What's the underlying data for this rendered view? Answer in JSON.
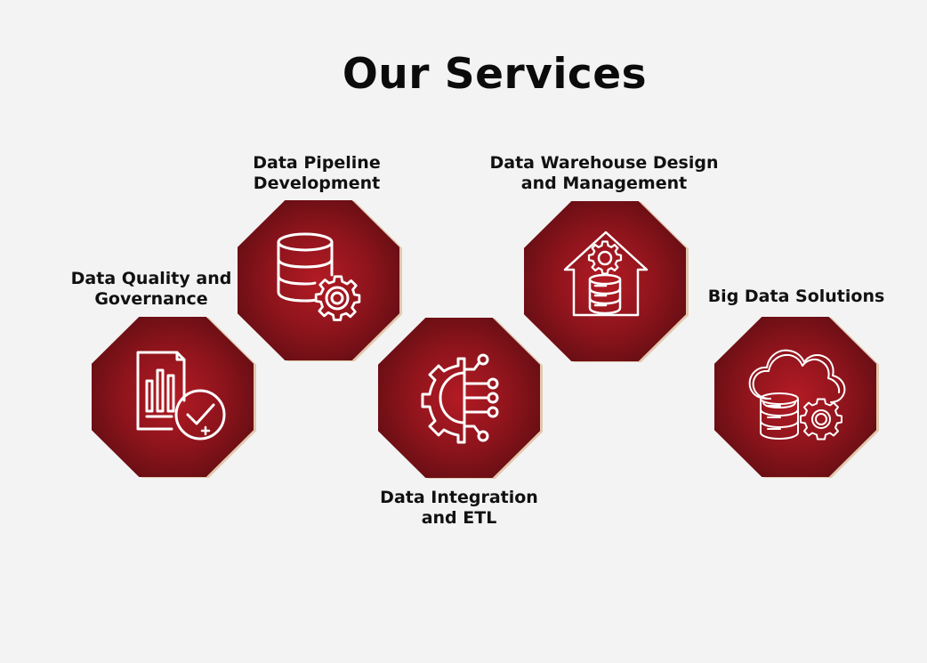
{
  "page": {
    "title": "Our Services"
  },
  "services": [
    {
      "id": "pipeline",
      "label_line1": "Data Pipeline",
      "label_line2": "Development",
      "icon": "database-gear-icon"
    },
    {
      "id": "warehouse",
      "label_line1": "Data Warehouse Design",
      "label_line2": "and Management",
      "icon": "warehouse-database-icon"
    },
    {
      "id": "quality",
      "label_line1": "Data Quality and",
      "label_line2": "Governance",
      "icon": "report-check-icon"
    },
    {
      "id": "bigdata",
      "label_line1": "Big Data Solutions",
      "label_line2": "",
      "icon": "cloud-database-icon"
    },
    {
      "id": "integration",
      "label_line1": "Data Integration",
      "label_line2": "and ETL",
      "icon": "gear-circuit-icon"
    }
  ],
  "colors": {
    "background": "#f3f3f3",
    "octagon_center": "#b31b24",
    "octagon_edge": "#4e0a0f",
    "icon_stroke": "#ffffff",
    "text": "#111111"
  }
}
